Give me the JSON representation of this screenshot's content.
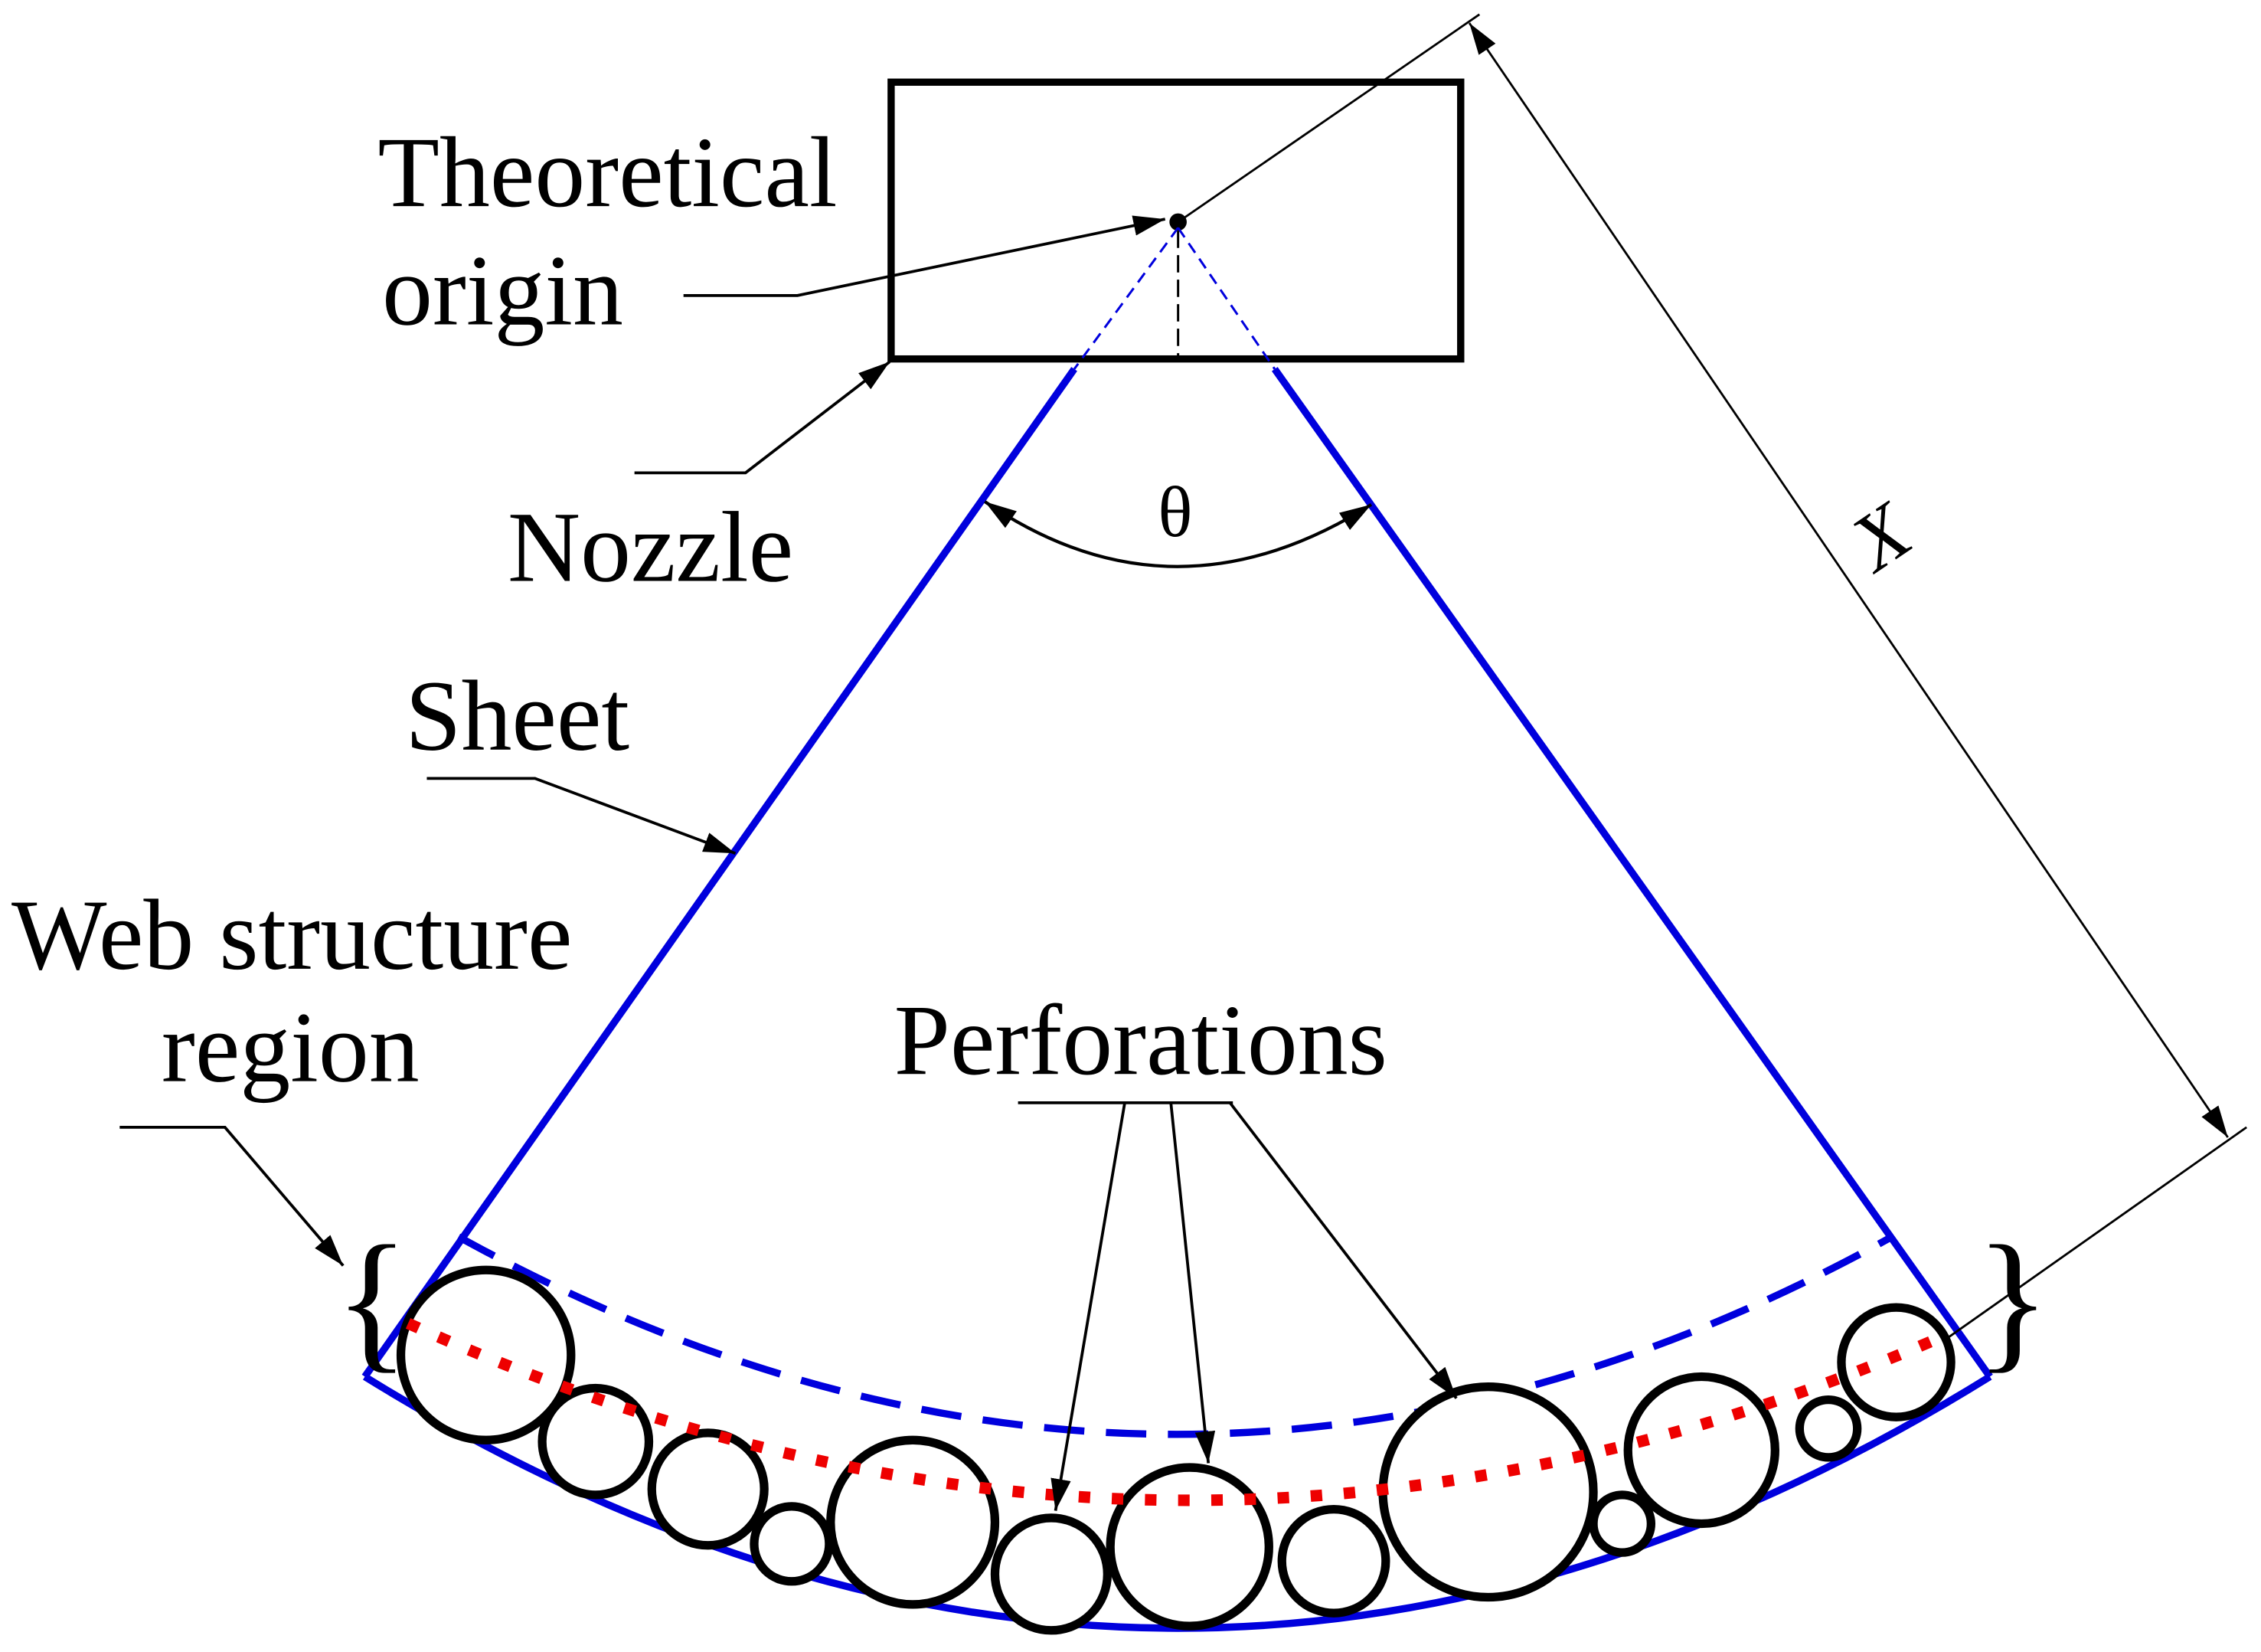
{
  "labels": {
    "theoretical_origin_line1": "Theoretical",
    "theoretical_origin_line2": "origin",
    "nozzle": "Nozzle",
    "theta": "θ",
    "x": "X",
    "sheet": "Sheet",
    "web_structure_line1": "Web structure",
    "web_structure_line2": "region",
    "perforations": "Perforations"
  },
  "colors": {
    "ink": "#000000",
    "sheet": "#0000dd",
    "trajectory": "#ee0000",
    "background": "#ffffff"
  }
}
